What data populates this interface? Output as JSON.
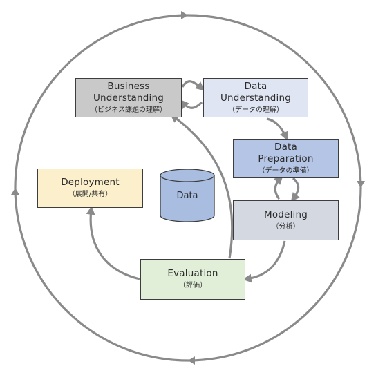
{
  "colors": {
    "arrow": "#8a8a8a",
    "border": "#3d3d3d",
    "business": "#c9c9c9",
    "data_understanding": "#dfe5f2",
    "data_preparation": "#b5c5e6",
    "modeling": "#d4d9e1",
    "evaluation": "#e2efd8",
    "deployment": "#fbefcc",
    "data_store": "#a9bde1"
  },
  "phases": {
    "business_understanding": {
      "title_line1": "Business",
      "title_line2": "Understanding",
      "subtitle": "（ビジネス課題の理解）"
    },
    "data_understanding": {
      "title_line1": "Data",
      "title_line2": "Understanding",
      "subtitle": "（データの理解）"
    },
    "data_preparation": {
      "title_line1": "Data",
      "title_line2": "Preparation",
      "subtitle": "（データの準備）"
    },
    "modeling": {
      "title": "Modeling",
      "subtitle": "（分析）"
    },
    "evaluation": {
      "title": "Evaluation",
      "subtitle": "（評価）"
    },
    "deployment": {
      "title": "Deployment",
      "subtitle": "（展開/共有）"
    }
  },
  "data_store": {
    "label": "Data",
    "icon": "database-cylinder-icon"
  }
}
